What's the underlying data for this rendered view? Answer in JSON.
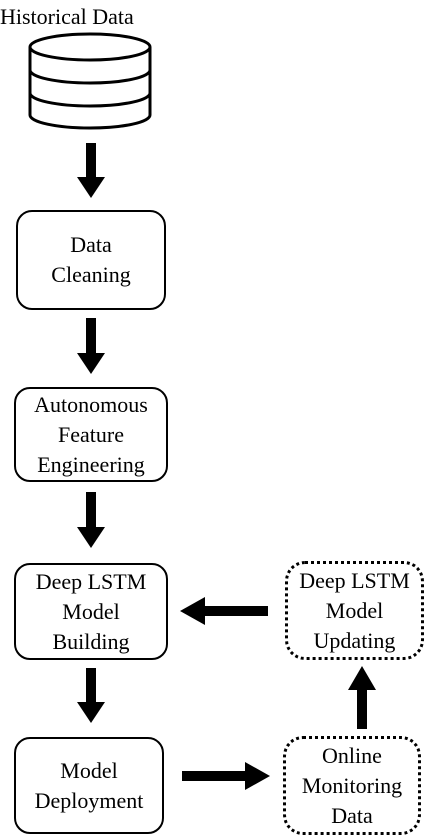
{
  "title": "Historical Data",
  "boxes": {
    "data_cleaning": [
      "Data",
      "Cleaning"
    ],
    "feature_engineering": [
      "Autonomous",
      "Feature",
      "Engineering"
    ],
    "model_building": [
      "Deep LSTM",
      "Model",
      "Building"
    ],
    "model_deployment": [
      "Model",
      "Deployment"
    ],
    "model_updating": [
      "Deep LSTM",
      "Model",
      "Updating"
    ],
    "online_monitoring": [
      "Online",
      "Monitoring",
      "Data"
    ]
  }
}
